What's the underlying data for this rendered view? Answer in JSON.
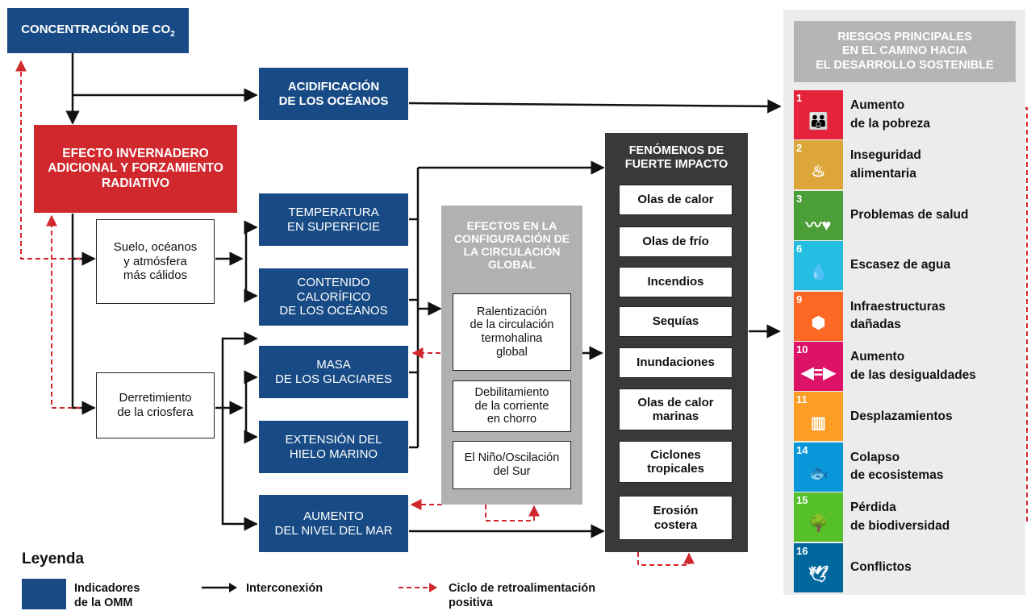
{
  "nodes": {
    "co2": "CONCENTRACIÓN DE CO",
    "co2_sub": "2",
    "acidification": "ACIDIFICACIÓN\nDE LOS OCÉANOS",
    "greenhouse": "EFECTO INVERNADERO\nADICIONAL Y FORZAMIENTO\nRADIATIVO",
    "warmer": "Suelo, océanos\ny atmósfera\nmás cálidos",
    "cryosphere": "Derretimiento\nde la criosfera",
    "surface_temp": "TEMPERATURA\nEN SUPERFICIE",
    "ocean_heat": "CONTENIDO\nCALORÍFICO\nDE LOS OCÉANOS",
    "glacier_mass": "MASA\nDE LOS GLACIARES",
    "sea_ice": "EXTENSIÓN DEL\nHIELO MARINO",
    "sea_level": "AUMENTO\nDEL NIVEL DEL MAR"
  },
  "circulation": {
    "title": "EFECTOS EN LA\nCONFIGURACIÓN DE\nLA CIRCULACIÓN\nGLOBAL",
    "items": [
      "Ralentización\nde la circulación\ntermohalina\nglobal",
      "Debilitamiento\nde la corriente\nen chorro",
      "El Niño/Oscilación\ndel Sur"
    ]
  },
  "impacts": {
    "title": "FENÓMENOS DE\nFUERTE IMPACTO",
    "items": [
      "Olas de calor",
      "Olas de frío",
      "Incendios",
      "Sequías",
      "Inundaciones",
      "Olas de calor\nmarinas",
      "Ciclones\ntropicales",
      "Erosión\ncostera"
    ]
  },
  "risks": {
    "title": "RIESGOS PRINCIPALES\nEN EL CAMINO HACIA\nEL DESARROLLO SOSTENIBLE",
    "items": [
      {
        "sdg": "1",
        "color": "#e5243b",
        "icon": "people-icon",
        "label": "Aumento\nde la pobreza"
      },
      {
        "sdg": "2",
        "color": "#dda63a",
        "icon": "bowl-icon",
        "label": "Inseguridad\nalimentaria"
      },
      {
        "sdg": "3",
        "color": "#4c9f38",
        "icon": "heartbeat-icon",
        "label": "Problemas de salud"
      },
      {
        "sdg": "6",
        "color": "#26bde2",
        "icon": "water-drop-icon",
        "label": "Escasez de agua"
      },
      {
        "sdg": "9",
        "color": "#fd6925",
        "icon": "cubes-icon",
        "label": "Infraestructuras\ndañadas"
      },
      {
        "sdg": "10",
        "color": "#dd1367",
        "icon": "equality-icon",
        "label": "Aumento\nde las desigualdades"
      },
      {
        "sdg": "11",
        "color": "#fd9d24",
        "icon": "city-icon",
        "label": "Desplazamientos"
      },
      {
        "sdg": "14",
        "color": "#0a97d9",
        "icon": "fish-icon",
        "label": "Colapso\nde ecosistemas"
      },
      {
        "sdg": "15",
        "color": "#56c02b",
        "icon": "tree-icon",
        "label": "Pérdida\nde biodiversidad"
      },
      {
        "sdg": "16",
        "color": "#00689d",
        "icon": "dove-icon",
        "label": "Conflictos"
      }
    ]
  },
  "legend": {
    "title": "Leyenda",
    "indicators": "Indicadores\nde la OMM",
    "interconnection": "Interconexión",
    "feedback": "Ciclo de retroalimentación\npositiva",
    "wmo_color": "#184b85",
    "feedback_color": "#d0282d"
  }
}
